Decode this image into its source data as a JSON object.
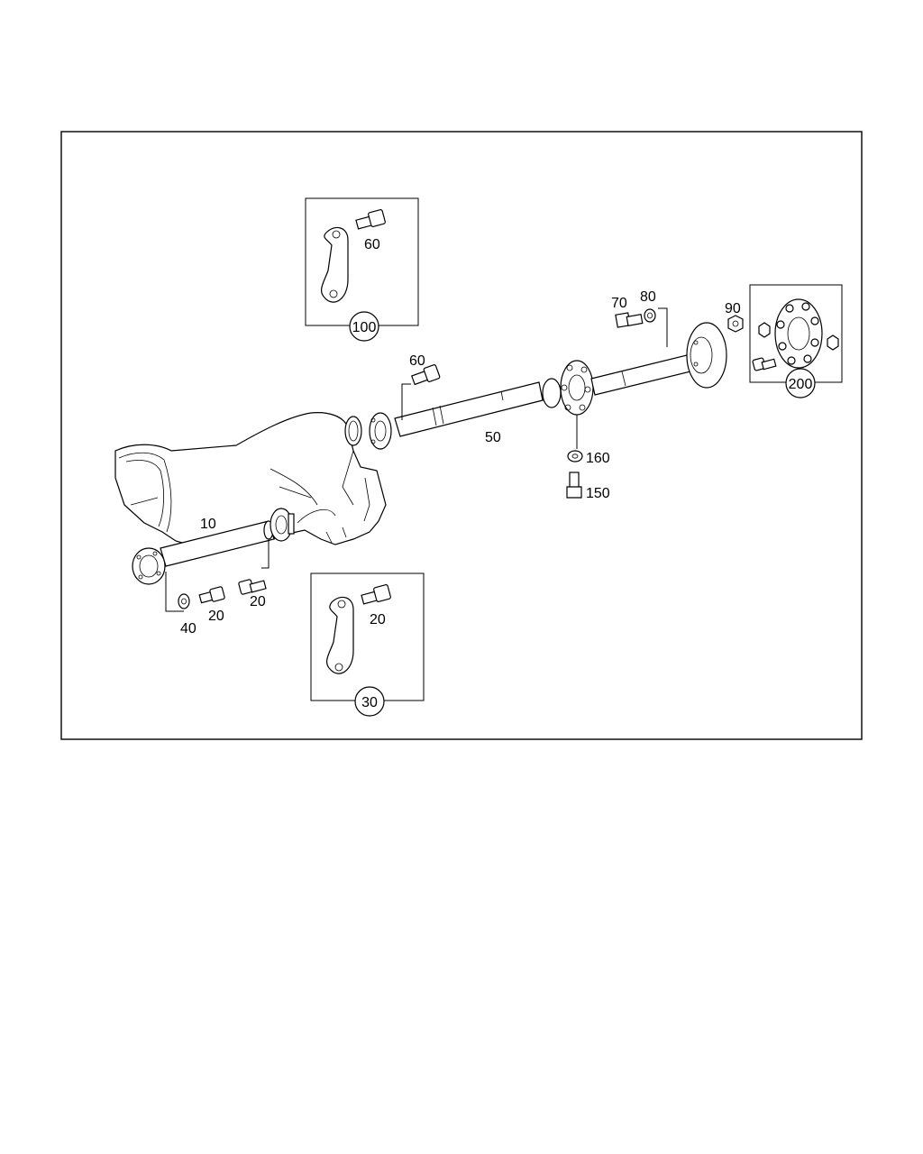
{
  "callouts": {
    "c10": "10",
    "c20a": "20",
    "c20b": "20",
    "c20c": "20",
    "c40": "40",
    "c50": "50",
    "c60a": "60",
    "c60b": "60",
    "c70": "70",
    "c80": "80",
    "c90": "90",
    "c150": "150",
    "c160": "160"
  },
  "detail_boxes": {
    "box100": "100",
    "box30": "30",
    "box200": "200"
  }
}
